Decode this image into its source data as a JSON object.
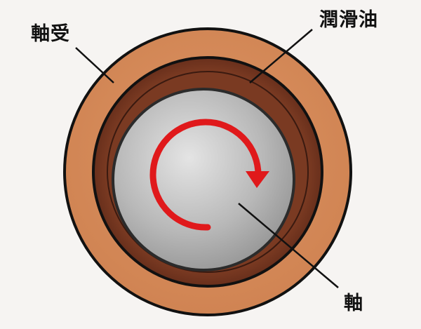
{
  "labels": {
    "bearing": "軸受",
    "lubricant": "潤滑油",
    "shaft": "軸"
  },
  "colors": {
    "background": "#f6f4f2",
    "bearing": "#d68a57",
    "lubricant": "#6a2f1c",
    "shaft_light": "#d9d9d9",
    "shaft_dark": "#8c8c8c",
    "rotation_arrow": "#e0191b",
    "outline": "#111111"
  },
  "icons": {
    "rotation": "clockwise-rotation-arrow-icon"
  }
}
